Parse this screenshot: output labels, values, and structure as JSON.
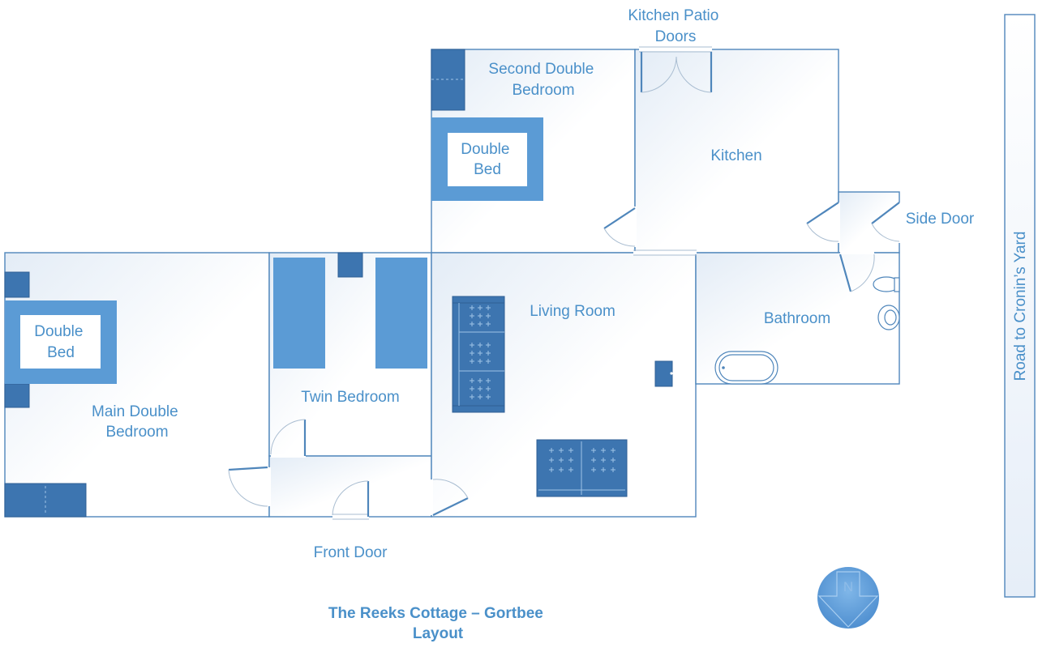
{
  "title": {
    "line1": "The Reeks Cottage – Gortbee",
    "line2": "Layout"
  },
  "rooms": {
    "second_bedroom": [
      "Second Double",
      "Bedroom"
    ],
    "kitchen": "Kitchen",
    "living_room": "Living Room",
    "bathroom": "Bathroom",
    "twin_bedroom": "Twin Bedroom",
    "main_bedroom": [
      "Main Double",
      "Bedroom"
    ]
  },
  "beds": {
    "second": [
      "Double",
      "Bed"
    ],
    "main": [
      "Double",
      "Bed"
    ]
  },
  "doors": {
    "kitchen_patio": [
      "Kitchen Patio",
      "Doors"
    ],
    "side": "Side Door",
    "front": "Front Door"
  },
  "road_label": "Road to Cronin’s Yard",
  "compass": {
    "label": "N",
    "icon": "north-arrow-icon"
  },
  "colors": {
    "wall": "#4f86bb",
    "text": "#4a90c9",
    "title": "#3f7fbd",
    "furniture": "#3d75b0",
    "bed": "#5b9bd5"
  }
}
